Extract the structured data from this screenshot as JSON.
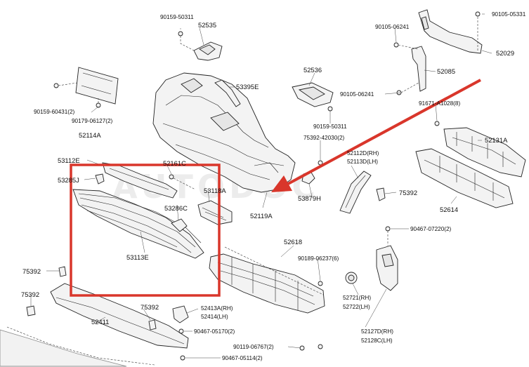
{
  "watermark": "AUTODOC",
  "labels": {
    "l01": "90159-50311",
    "l02": "52535",
    "l03": "90105-06241",
    "l04": "90105-05331",
    "l05": "52029",
    "l06": "52085",
    "l07": "52536",
    "l08": "53395E",
    "l09": "90105-06241",
    "l10": "90159-60431(2)",
    "l11": "90179-06127(2)",
    "l12": "52114A",
    "l13": "91671-A1028(8)",
    "l14": "90159-50311",
    "l15": "75392-42030(2)",
    "l16": "52131A",
    "l17": "53112E",
    "l18": "52161C",
    "l19": "53285J",
    "l20": "53118A",
    "l21": "52112D(RH)",
    "l22": "52113D(LH)",
    "l23": "53879H",
    "l24": "75392",
    "l25": "52614",
    "l26": "53286C",
    "l27": "52119A",
    "l28": "90467-07220(2)",
    "l29": "53113E",
    "l30": "52618",
    "l31": "90189-06237(6)",
    "l32": "75392",
    "l33": "75392",
    "l34": "52721(RH)",
    "l35": "52722(LH)",
    "l36": "75392",
    "l37": "52413A(RH)",
    "l38": "52414(LH)",
    "l39": "52411",
    "l40": "90467-05170(2)",
    "l41": "52127D(RH)",
    "l42": "52128C(LH)",
    "l43": "90119-06767(2)",
    "l44": "90467-05114(2)"
  },
  "colors": {
    "highlight_box": "#d9362b",
    "arrow": "#d9362b",
    "ink": "#222222"
  }
}
